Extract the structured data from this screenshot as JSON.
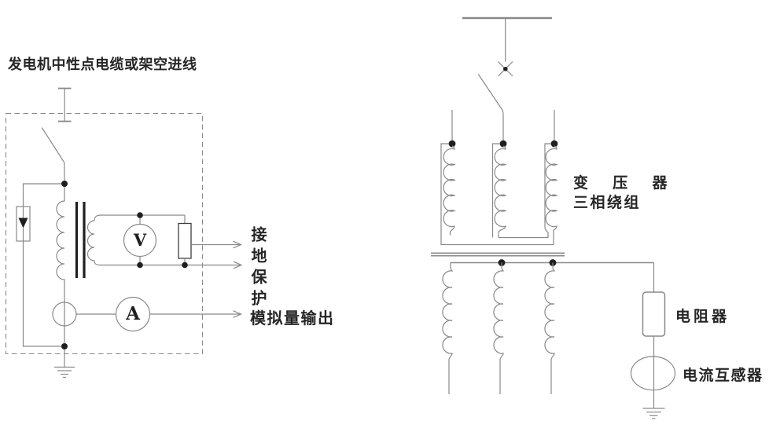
{
  "left_diagram": {
    "title": "发电机中性点电缆或架空进线",
    "voltmeter_label": "V",
    "ammeter_label": "A",
    "output_ground_protection": "接地保护",
    "output_analog": "模拟量输出"
  },
  "right_diagram": {
    "winding_label_line1": "变 压 器",
    "winding_label_line2": "三相绕组",
    "resistor_label": "电阻器",
    "current_transformer_label": "电流互感器"
  },
  "colors": {
    "line": "#898989",
    "dark": "#1f1f1f",
    "text": "#262626"
  }
}
